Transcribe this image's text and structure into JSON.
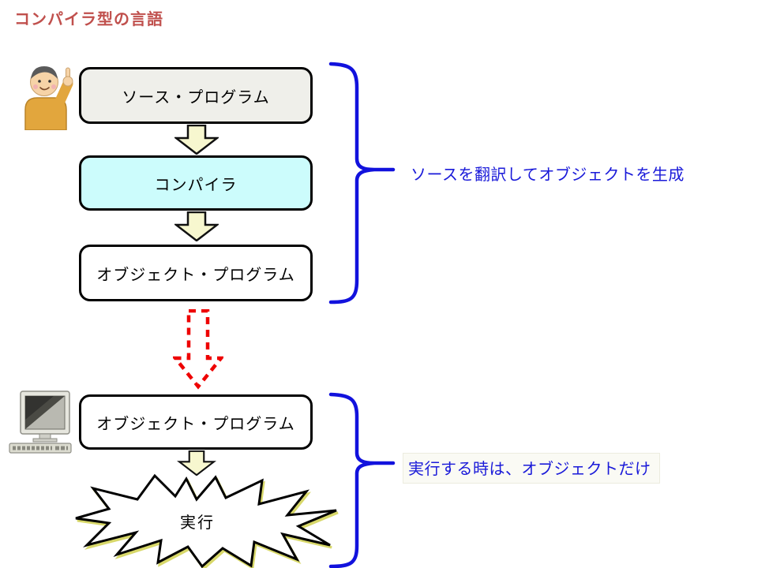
{
  "title": "コンパイラ型の言語",
  "colors": {
    "title_red": "#c0504d",
    "annotation_blue": "#1a1ad9",
    "brace_blue": "#1212dd",
    "source_box_fill": "#efefea",
    "compiler_box_fill": "#ccfcfc",
    "object_box_fill": "#ffffff",
    "arrow_fill": "#f7f7cf",
    "dashed_arrow_red": "#ee0000"
  },
  "flow": {
    "source_box": "ソース・プログラム",
    "compiler_box": "コンパイラ",
    "object_box": "オブジェクト・プログラム",
    "object_box_2": "オブジェクト・プログラム",
    "burst_label": "実行"
  },
  "annotations": {
    "compile": "ソースを翻訳してオブジェクトを生成",
    "run": "実行する時は、オブジェクトだけ"
  }
}
